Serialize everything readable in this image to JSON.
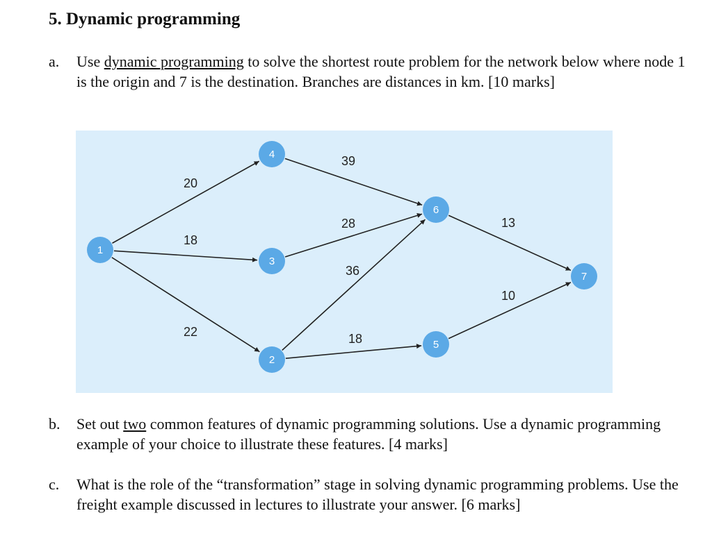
{
  "heading": "5. Dynamic programming",
  "questions": {
    "a": {
      "letter": "a.",
      "pre": "Use ",
      "link": "dynamic programming",
      "post": " to solve the shortest route problem for the network below where node 1 is the origin and 7 is the destination. Branches are distances in km. [10 marks]"
    },
    "b": {
      "letter": "b.",
      "pre": "Set out ",
      "emph": "two",
      "post": " common features of dynamic programming solutions. Use a dynamic programming example of your choice to illustrate these features. [4 marks]"
    },
    "c": {
      "letter": "c.",
      "text": "What is the role of the “transformation” stage in solving dynamic programming problems.  Use the freight example discussed in lectures to illustrate your answer. [6 marks]"
    }
  },
  "network": {
    "background": "#dbeefb",
    "node_color": "#5ba9e6",
    "edge_color": "#222222",
    "nodes": [
      {
        "id": "1",
        "label": "1"
      },
      {
        "id": "2",
        "label": "2"
      },
      {
        "id": "3",
        "label": "3"
      },
      {
        "id": "4",
        "label": "4"
      },
      {
        "id": "5",
        "label": "5"
      },
      {
        "id": "6",
        "label": "6"
      },
      {
        "id": "7",
        "label": "7"
      }
    ],
    "edges": [
      {
        "from": "1",
        "to": "4",
        "weight": "20"
      },
      {
        "from": "1",
        "to": "3",
        "weight": "18"
      },
      {
        "from": "1",
        "to": "2",
        "weight": "22"
      },
      {
        "from": "4",
        "to": "6",
        "weight": "39"
      },
      {
        "from": "3",
        "to": "6",
        "weight": "28"
      },
      {
        "from": "2",
        "to": "6",
        "weight": "36"
      },
      {
        "from": "2",
        "to": "5",
        "weight": "18"
      },
      {
        "from": "6",
        "to": "7",
        "weight": "13"
      },
      {
        "from": "5",
        "to": "7",
        "weight": "10"
      }
    ]
  }
}
